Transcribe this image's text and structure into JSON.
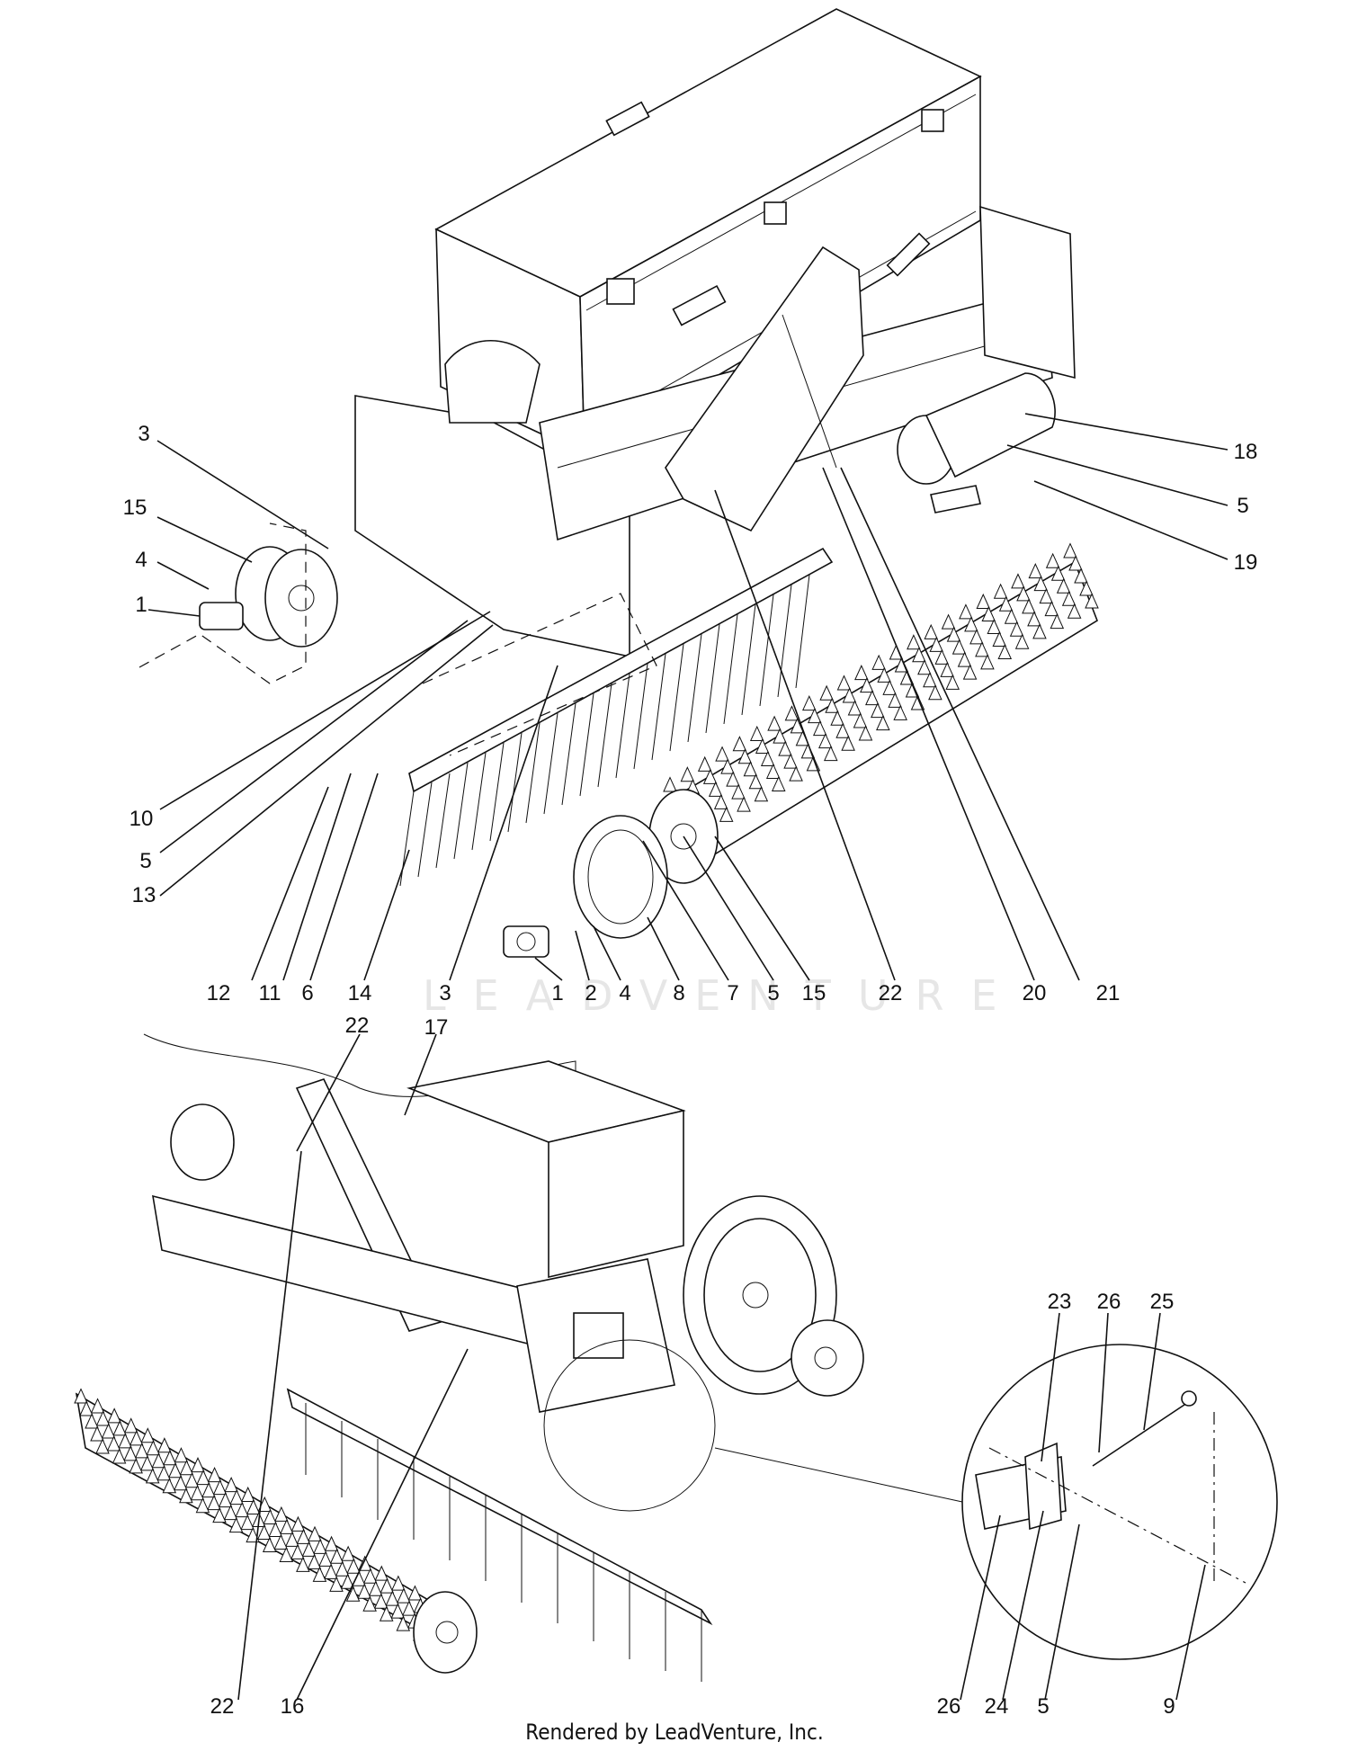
{
  "watermark": "LEADVENTURE",
  "footer": "Rendered by LeadVenture, Inc.",
  "callouts": [
    "3",
    "15",
    "4",
    "1",
    "10",
    "5",
    "13",
    "12",
    "11",
    "6",
    "14",
    "3",
    "1",
    "2",
    "4",
    "8",
    "7",
    "5",
    "15",
    "22",
    "20",
    "21",
    "18",
    "5",
    "19",
    "22",
    "17",
    "22",
    "16",
    "23",
    "26",
    "25",
    "26",
    "24",
    "5",
    "9"
  ]
}
